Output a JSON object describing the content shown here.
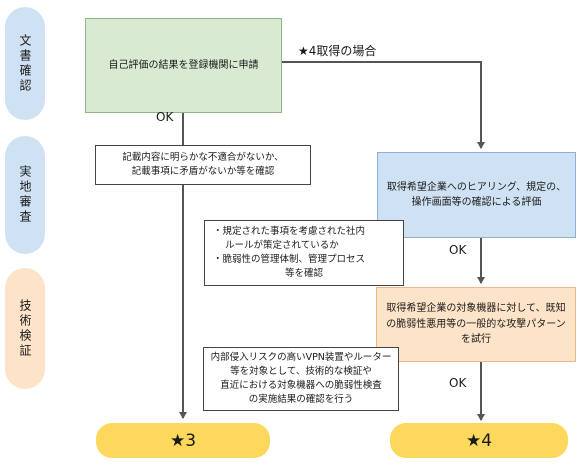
{
  "phases": [
    {
      "label": "文書確認"
    },
    {
      "label": "実地審査"
    },
    {
      "label": "技術検証"
    }
  ],
  "boxes": {
    "self_eval": "自己評価の結果を登録機関に申請",
    "hearing": "取得希望企業へのヒアリング、規定の、操作画面等の確認による評価",
    "attack": "取得希望企業の対象機器に対して、既知の脆弱性悪用等の一般的な攻撃パターンを試行"
  },
  "labels": {
    "star4_case": "★4取得の場合",
    "ok1": "OK",
    "ok2": "OK",
    "ok3": "OK"
  },
  "callouts": {
    "doc_check": [
      "記載内容に明らかな不適合がないか、",
      "記載事項に矛盾がないか等を確認"
    ],
    "onsite": [
      "・規定された事項を考慮された社内",
      "ルールが策定されているか",
      "・脆弱性の管理体制、管理プロセス",
      "等を確認"
    ],
    "tech": [
      "内部侵入リスクの高いVPN装置やルーター等を対象として、技術的な検証や",
      "直近における対象機器への脆弱性検査",
      "の実施結果の確認を行う"
    ]
  },
  "results": {
    "star3": "★3",
    "star4": "★4"
  },
  "colors": {
    "green": "#d9ead3",
    "blue": "#cfe2f3",
    "peach": "#fde3c8",
    "yellow": "#fdd85d",
    "arrow": "#555555"
  }
}
